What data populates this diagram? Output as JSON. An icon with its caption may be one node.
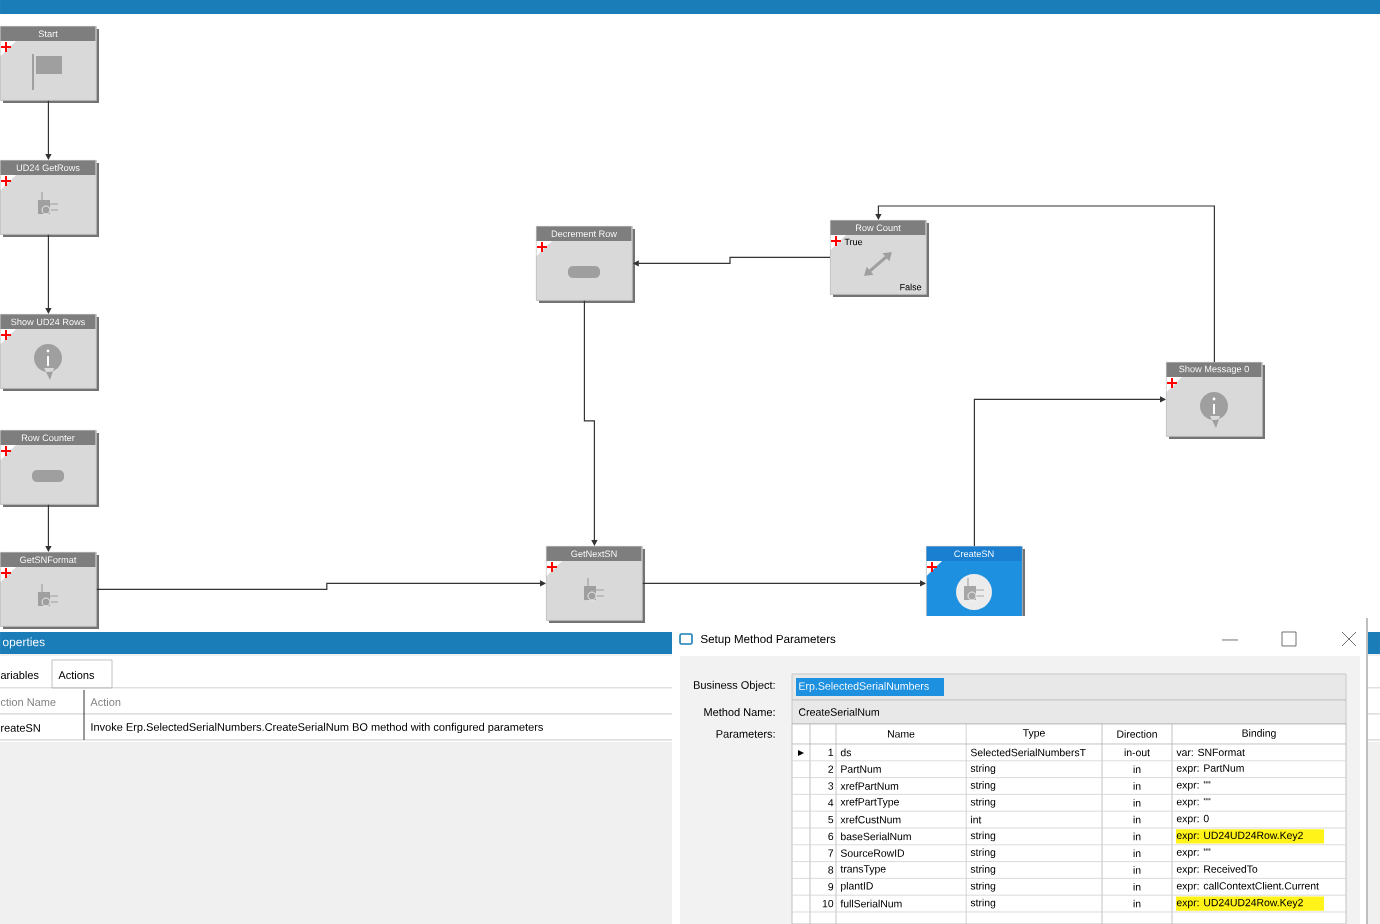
{
  "diagram": {
    "nodes": [
      {
        "text": [
          "Start"
        ]
      },
      {
        "text": [
          "UD24 GetRows"
        ]
      },
      {
        "text": [
          "Show UD24 Rows"
        ]
      },
      {
        "text": [
          "Row Counter"
        ]
      },
      {
        "text": [
          "GetSNFormat"
        ]
      },
      {
        "text": [
          "Decrement Row"
        ]
      },
      {
        "text": [
          "Row Count",
          "True",
          "False"
        ]
      },
      {
        "text": [
          "Show Message 0"
        ]
      },
      {
        "text": [
          "GetNextSN"
        ]
      },
      {
        "text": [
          "CreateSN"
        ]
      }
    ],
    "edges": [
      {
        "from": 0,
        "to": 1,
        "arrow": "to"
      },
      {
        "from": 1,
        "to": 2,
        "arrow": "to"
      },
      {
        "from": 3,
        "to": 4,
        "arrow": "to"
      },
      {
        "from": 4,
        "to": 8,
        "arrow": "to"
      },
      {
        "from": 6,
        "to": 5,
        "arrow": "to"
      },
      {
        "from": 5,
        "to": 8,
        "arrow": "to"
      },
      {
        "from": 8,
        "to": 9,
        "arrow": "to"
      },
      {
        "from": 9,
        "to": 7,
        "arrow": "to"
      },
      {
        "from": 7,
        "to": 6,
        "arrow": "to"
      }
    ],
    "labels": [
      "operties",
      "ariables",
      "Actions",
      "ction Name",
      "Action",
      "reateSN",
      "Invoke Erp.SelectedSerialNumbers.CreateSerialNum BO method with configured parameters",
      "Setup Method Parameters",
      "Business Object:",
      "Erp.SelectedSerialNumbers",
      "Method Name:",
      "CreateSerialNum",
      "Parameters:",
      "Name",
      "Type",
      "Direction",
      "Binding",
      "1",
      "ds",
      "SelectedSerialNumbersT",
      "in-out",
      "var: SNFormat",
      "2",
      "PartNum",
      "string",
      "in",
      "expr: PartNum",
      "3",
      "xrefPartNum",
      "string",
      "in",
      "expr: \"\"",
      "4",
      "xrefPartType",
      "string",
      "in",
      "expr: \"\"",
      "5",
      "xrefCustNum",
      "int",
      "in",
      "expr: 0",
      "6",
      "baseSerialNum",
      "string",
      "in",
      "expr: UD24UD24Row.Key2",
      "7",
      "SourceRowID",
      "string",
      "in",
      "expr: \"\"",
      "8",
      "transType",
      "string",
      "in",
      "expr: ReceivedTo",
      "9",
      "plantID",
      "string",
      "in",
      "expr: callContextClient.Current",
      "10",
      "fullSerialNum",
      "string",
      "in",
      "expr: UD24UD24Row.Key2"
    ]
  }
}
